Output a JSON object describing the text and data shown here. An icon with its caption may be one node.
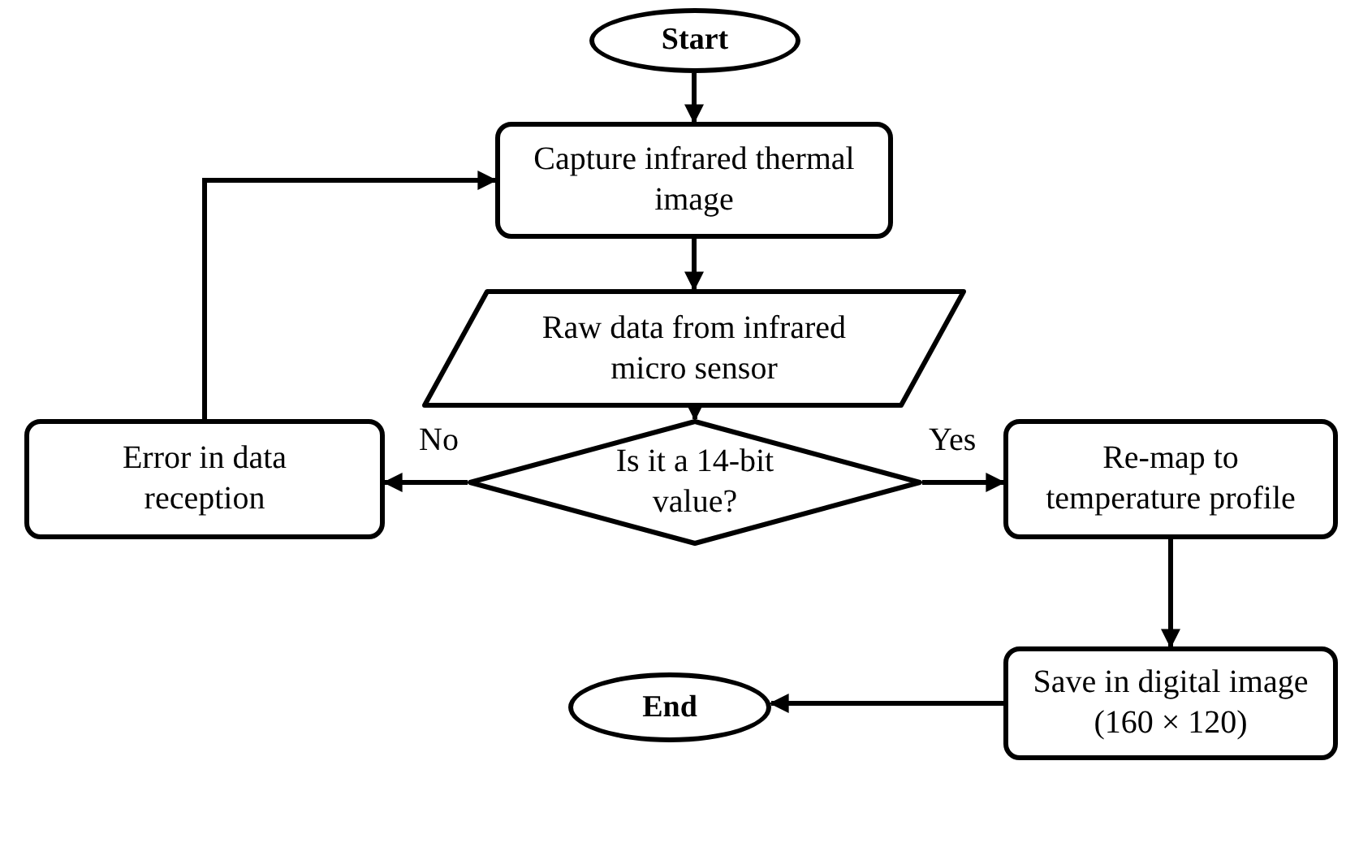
{
  "diagram": {
    "nodes": [
      {
        "text": [
          "Start"
        ]
      },
      {
        "text": [
          "Capture infrared thermal image"
        ]
      },
      {
        "text": [
          "Raw data from infrared micro sensor"
        ]
      },
      {
        "text": [
          "Is it a 14-bit value?"
        ]
      },
      {
        "text": [
          "Error in data reception"
        ]
      },
      {
        "text": [
          "Re-map to temperature profile"
        ]
      },
      {
        "text": [
          "Save in digital image (160 × 120)"
        ]
      },
      {
        "text": [
          "End"
        ]
      }
    ],
    "edges": [
      {
        "from": 0,
        "to": 1,
        "arrow": "to"
      },
      {
        "from": 1,
        "to": 2,
        "arrow": "to"
      },
      {
        "from": 2,
        "to": 3,
        "arrow": "to"
      },
      {
        "from": 3,
        "to": 4,
        "arrow": "to",
        "label": "No"
      },
      {
        "from": 3,
        "to": 5,
        "arrow": "to",
        "label": "Yes"
      },
      {
        "from": 4,
        "to": 1,
        "arrow": "to"
      },
      {
        "from": 5,
        "to": 6,
        "arrow": "to"
      },
      {
        "from": 6,
        "to": 7,
        "arrow": "to"
      }
    ]
  }
}
